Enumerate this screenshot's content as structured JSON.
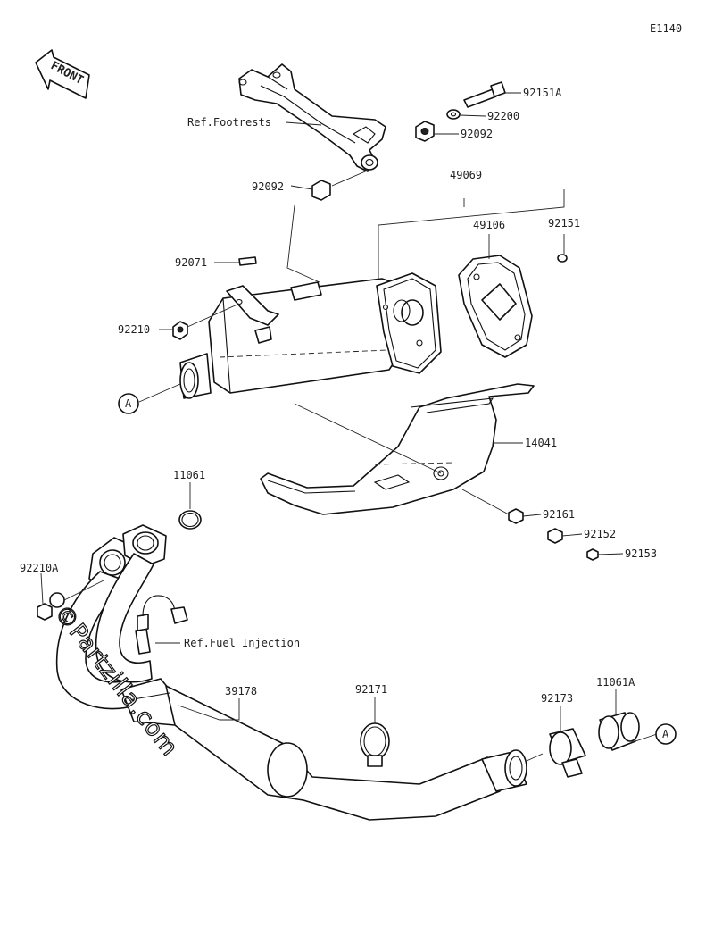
{
  "diagram_code": "E1140",
  "front_label": "FRONT",
  "watermark": "©Partzilla.com",
  "callouts": {
    "p92151A": "92151A",
    "p92200": "92200",
    "p92092a": "92092",
    "p92092b": "92092",
    "p49069": "49069",
    "p49106": "49106",
    "p92151": "92151",
    "p92071": "92071",
    "p92210": "92210",
    "p14041": "14041",
    "p11061": "11061",
    "p92161": "92161",
    "p92152": "92152",
    "p92153": "92153",
    "p92210A": "92210A",
    "p39178": "39178",
    "p92171": "92171",
    "p92173": "92173",
    "p11061A": "11061A"
  },
  "references": {
    "footrests": "Ref.Footrests",
    "fuel_injection": "Ref.Fuel Injection"
  },
  "connector_marker": "A"
}
